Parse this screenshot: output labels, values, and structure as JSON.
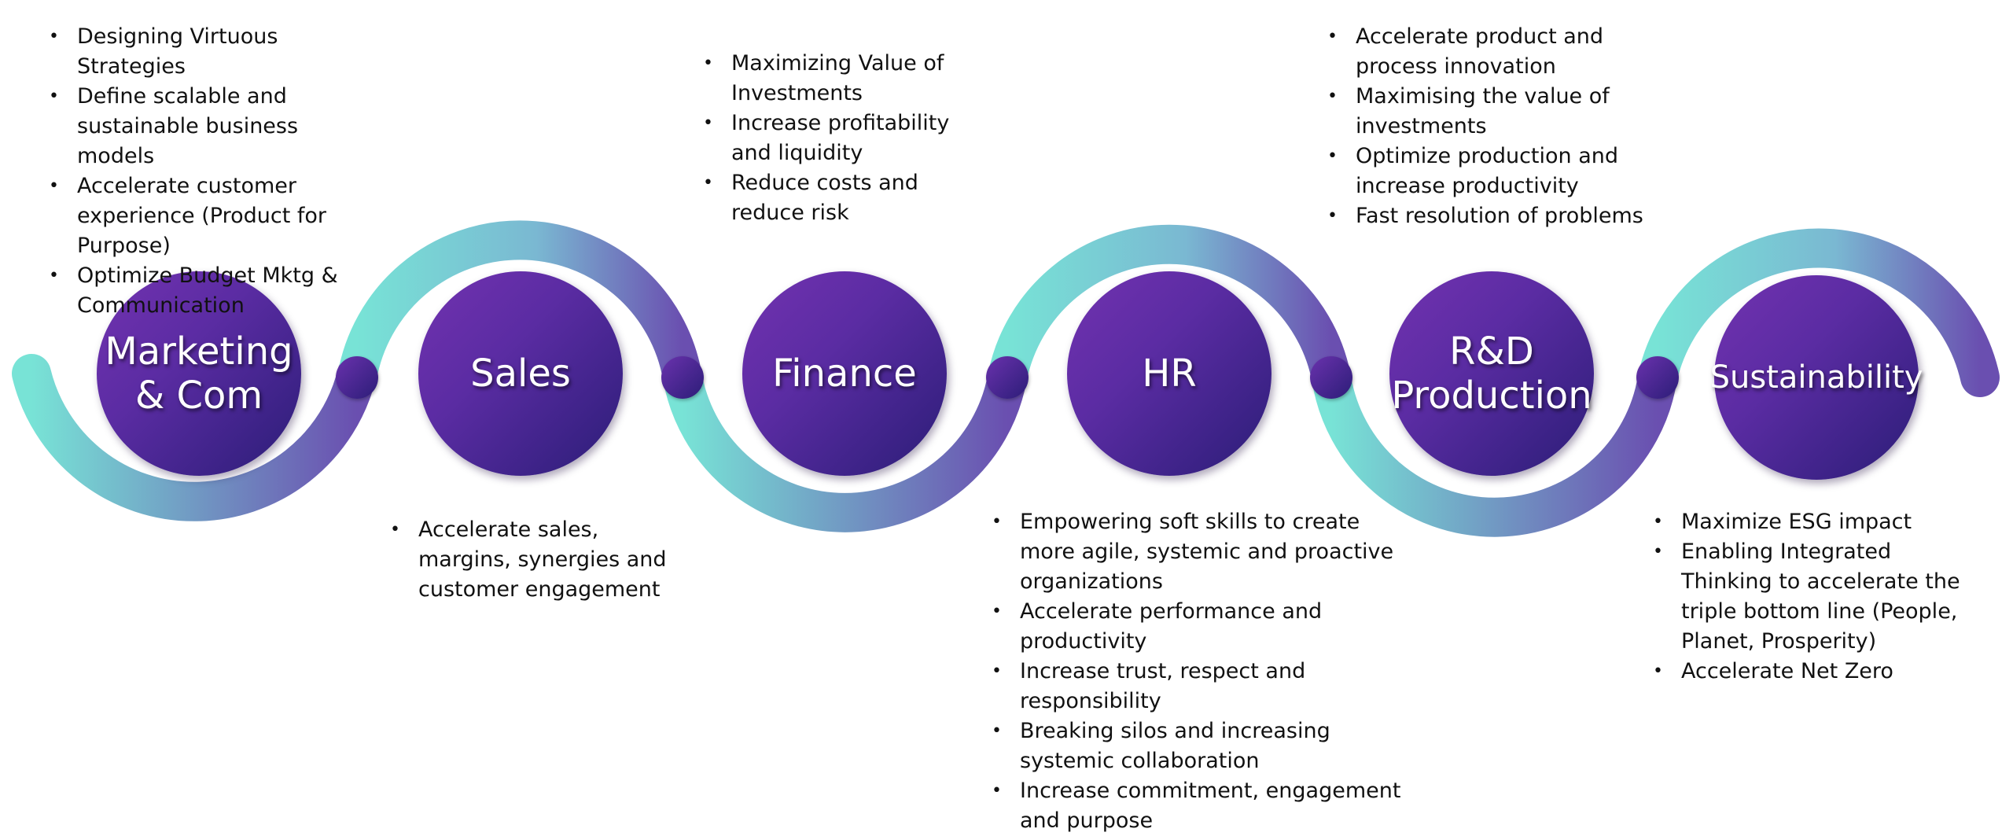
{
  "colors": {
    "wave_start": "#78e3d6",
    "wave_end": "#6a4fb0",
    "circle_light": "#7232b0",
    "circle_dark": "#2b1d77",
    "text": "#111111"
  },
  "stages": [
    {
      "label": "Marketing\n& Com",
      "bullets": [
        "Designing Virtuous Strategies",
        "Define scalable and sustainable business models",
        "Accelerate customer experience (Product for Purpose)",
        "Optimize Budget Mktg & Communication"
      ]
    },
    {
      "label": "Sales",
      "bullets": [
        "Accelerate sales, margins, synergies and customer engagement"
      ]
    },
    {
      "label": "Finance",
      "bullets": [
        "Maximizing Value of Investments",
        "Increase profitability and liquidity",
        "Reduce costs and reduce risk"
      ]
    },
    {
      "label": "HR",
      "bullets": [
        "Empowering soft skills to create more agile, systemic and proactive organizations",
        "Accelerate performance and productivity",
        "Increase trust, respect and responsibility",
        "Breaking silos and increasing systemic collaboration",
        "Increase commitment, engagement and purpose"
      ]
    },
    {
      "label": "R&D\nProduction",
      "bullets": [
        "Accelerate product and process innovation",
        "Maximising the value of investments",
        "Optimize production and increase productivity",
        "Fast resolution of problems"
      ]
    },
    {
      "label": "Sustainability",
      "bullets": [
        "Maximize ESG impact",
        "Enabling Integrated Thinking to accelerate the triple bottom line (People, Planet, Prosperity)",
        "Accelerate Net Zero"
      ]
    }
  ]
}
